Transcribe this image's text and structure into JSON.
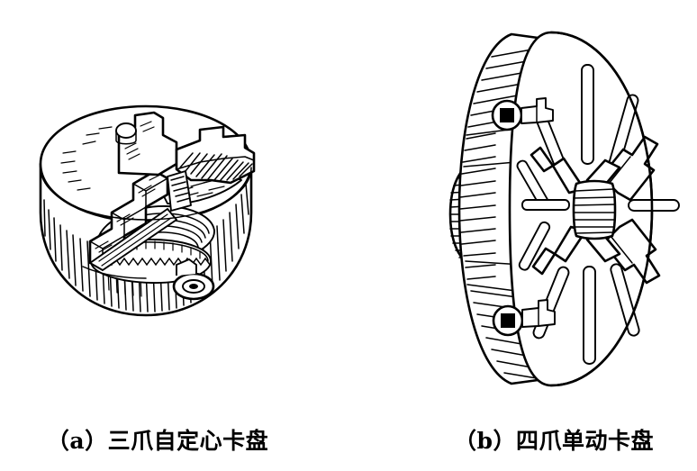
{
  "figure": {
    "kind": "technical-line-drawing",
    "background_color": "#ffffff",
    "line_color": "#000000",
    "panels": [
      {
        "id": "a",
        "caption": "（a）三爪自定心卡盘",
        "subject": "three-jaw self-centering lathe chuck",
        "view": "isometric, viewed from above-front",
        "parts": [
          "cylindrical chuck body with vertical hatching on outer wall",
          "three stepped hard jaws arranged at 120 degrees",
          "scroll plate (spiral plate) in center",
          "bevel gear ring teeth",
          "square key socket with circular boss on body rim"
        ]
      },
      {
        "id": "b",
        "caption": "（b）四爪单动卡盘",
        "subject": "four-jaw independent lathe chuck",
        "view": "oblique, face tilted toward viewer",
        "parts": [
          "round face plate with four radial T-slots",
          "four independently adjustable stepped jaws",
          "central cylindrical hub with horizontal hatching",
          "hatched cylindrical rim",
          "two square adjusting-screw sockets on rim",
          "rear mounting back-plate"
        ]
      }
    ]
  }
}
